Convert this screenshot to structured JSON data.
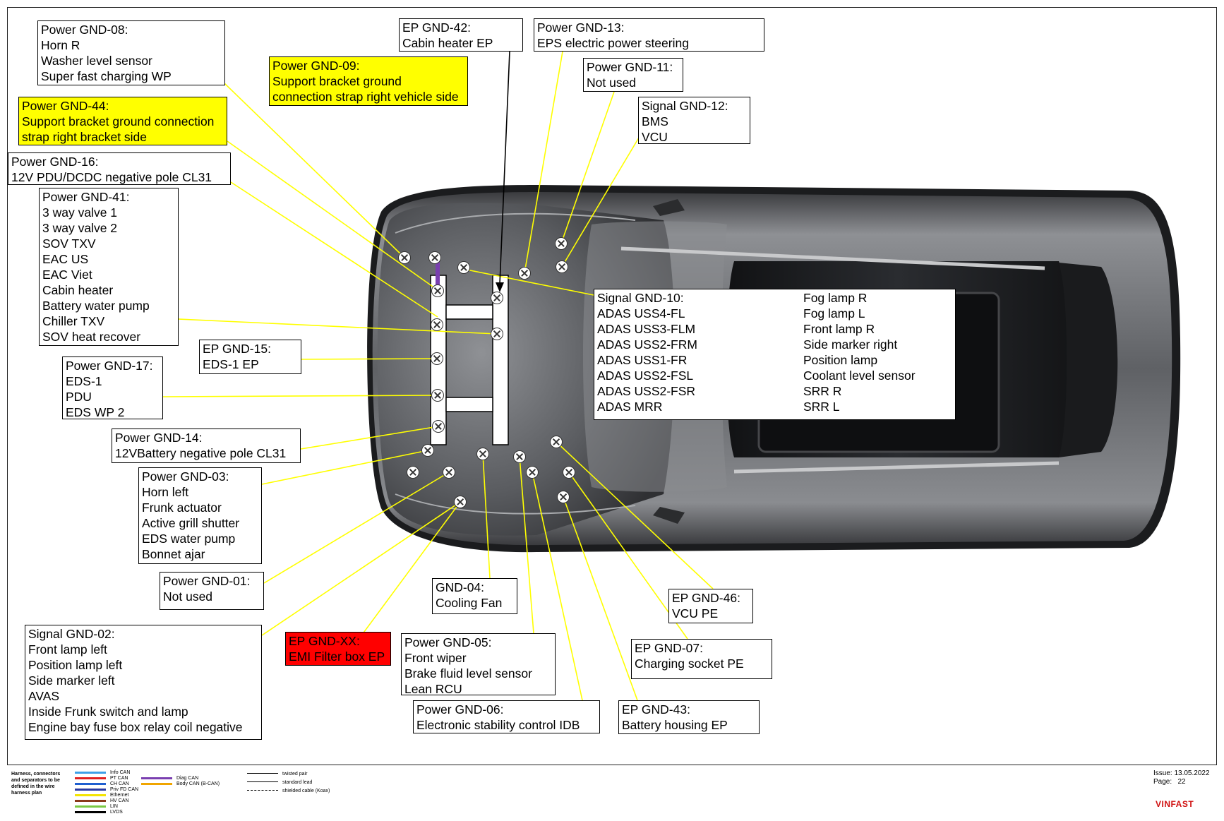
{
  "labels": {
    "gnd08": {
      "lines": [
        "Power GND-08:",
        "Horn R",
        "Washer level sensor",
        "Super fast charging WP"
      ]
    },
    "gnd09": {
      "lines": [
        "Power GND-09:",
        "Support bracket ground",
        "connection strap right vehicle side"
      ],
      "fill": "#ffff00"
    },
    "gnd44": {
      "lines": [
        "Power GND-44:",
        "Support bracket ground connection",
        "strap right bracket side"
      ],
      "fill": "#ffff00"
    },
    "gnd16": {
      "lines": [
        "Power GND-16:",
        "12V PDU/DCDC negative pole CL31"
      ]
    },
    "gnd41": {
      "lines": [
        "Power GND-41:",
        "3 way valve 1",
        "3 way valve 2",
        "SOV TXV",
        "EAC US",
        "EAC Viet",
        "Cabin heater",
        "Battery water pump",
        "Chiller TXV",
        "SOV heat recover"
      ]
    },
    "gnd15": {
      "lines": [
        "EP GND-15:",
        "EDS-1 EP"
      ]
    },
    "gnd17": {
      "lines": [
        "Power GND-17:",
        "EDS-1",
        "PDU",
        "EDS WP 2"
      ]
    },
    "gnd14": {
      "lines": [
        "Power GND-14:",
        "12VBattery negative pole CL31"
      ]
    },
    "gnd03": {
      "lines": [
        "Power GND-03:",
        "Horn left",
        "Frunk actuator",
        "Active grill shutter",
        "EDS water pump",
        "Bonnet ajar"
      ]
    },
    "gnd01": {
      "lines": [
        "Power GND-01:",
        "Not used"
      ]
    },
    "gnd02": {
      "lines": [
        "Signal GND-02:",
        "Front lamp left",
        "Position lamp left",
        "Side marker left",
        "AVAS",
        "Inside Frunk switch and lamp",
        "Engine bay fuse box relay coil negative"
      ]
    },
    "gndxx": {
      "lines": [
        "EP GND-XX:",
        "EMI Filter box EP"
      ],
      "fill": "#ff0000"
    },
    "gnd04": {
      "lines": [
        "GND-04:",
        "Cooling Fan"
      ]
    },
    "gnd05": {
      "lines": [
        "Power GND-05:",
        "Front wiper",
        "Brake fluid level sensor",
        "Lean RCU"
      ]
    },
    "gnd06": {
      "lines": [
        "Power GND-06:",
        "Electronic stability control IDB"
      ]
    },
    "gnd42": {
      "lines": [
        "EP GND-42:",
        "Cabin heater EP"
      ]
    },
    "gnd13": {
      "lines": [
        "Power GND-13:",
        "EPS electric power steering"
      ]
    },
    "gnd11": {
      "lines": [
        "Power GND-11:",
        "Not used"
      ]
    },
    "gnd12": {
      "lines": [
        "Signal GND-12:",
        "BMS",
        "VCU"
      ]
    },
    "gnd10": {
      "col1": [
        "Signal GND-10:",
        "ADAS USS4-FL",
        "ADAS USS3-FLM",
        "ADAS USS2-FRM",
        "ADAS USS1-FR",
        "ADAS USS2-FSL",
        "ADAS USS2-FSR",
        "ADAS MRR"
      ],
      "col2": [
        "Fog lamp R",
        "Fog lamp L",
        "Front lamp R",
        "Side marker right",
        "Position lamp",
        "Coolant level sensor",
        "SRR R",
        "SRR L"
      ]
    },
    "gnd46": {
      "lines": [
        "EP GND-46:",
        "VCU PE"
      ]
    },
    "gnd07": {
      "lines": [
        "EP GND-07:",
        "Charging socket PE"
      ]
    },
    "gnd43": {
      "lines": [
        "EP GND-43:",
        "Battery housing EP"
      ]
    }
  },
  "legend": {
    "note": [
      "Harness, connectors",
      "and separators",
      "to be defined in the",
      "wire harness plan"
    ],
    "buses": [
      {
        "name": "Info CAN",
        "color": "#3da0e8"
      },
      {
        "name": "PT CAN",
        "color": "#e02020"
      },
      {
        "name": "CH CAN",
        "color": "#1f5fd0"
      },
      {
        "name": "Priv FD CAN",
        "color": "#2a3aa0"
      },
      {
        "name": "Ethernet",
        "color": "#f4e400"
      },
      {
        "name": "HV CAN",
        "color": "#8a3a1a"
      },
      {
        "name": "LIN",
        "color": "#7ac943"
      },
      {
        "name": "LVDS",
        "color": "#000000"
      }
    ],
    "buses2": [
      {
        "name": "Diag CAN",
        "color": "#7a3fb0"
      },
      {
        "name": "Body CAN (B-CAN)",
        "color": "#f0a500"
      }
    ],
    "cables": [
      "twisted pair",
      "standard lead",
      "shielded cable (Koax)"
    ]
  },
  "footer": {
    "issue_label": "Issue:",
    "issue_value": "13.05.2022",
    "page_label": "Page:",
    "page_value": "22",
    "brand": "VINFAST"
  },
  "colors": {
    "leader": "#ffff00",
    "diag": "#7a3fb0",
    "car_body": "#6b6d70",
    "glass": "#1c1d20"
  }
}
